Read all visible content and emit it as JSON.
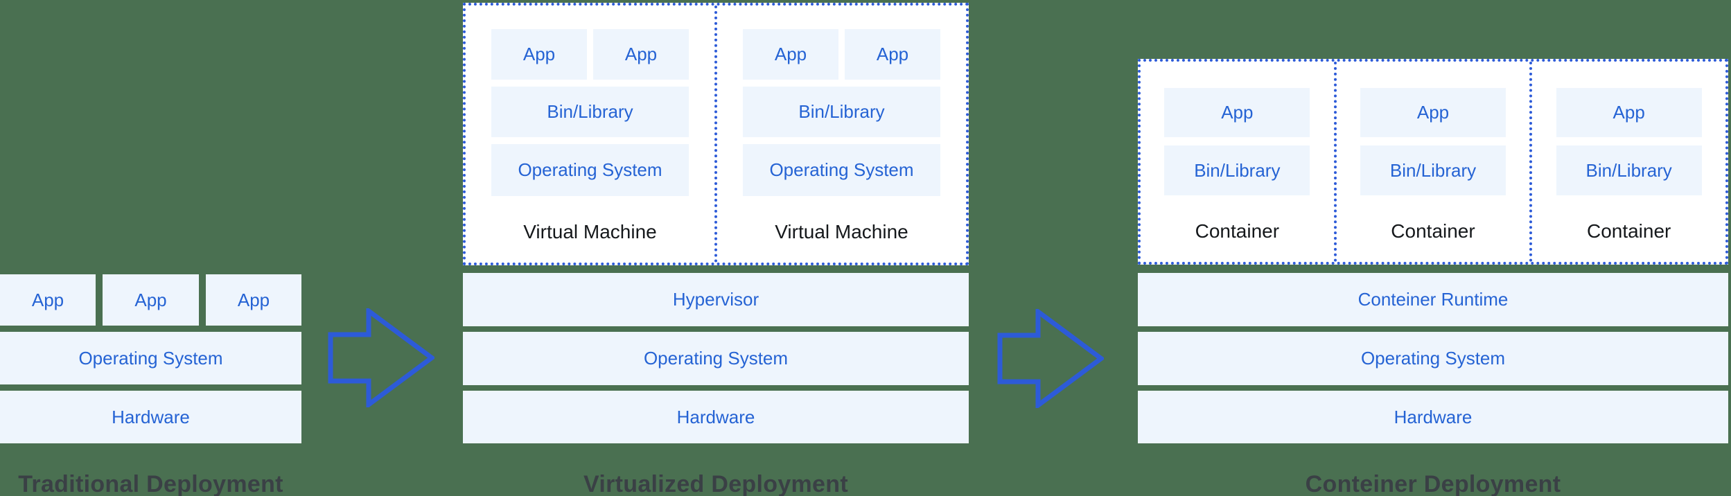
{
  "diagram": {
    "background_color": "#4a7051",
    "box_fill_color": "#eef5fd",
    "box_text_color": "#2563d4",
    "outline_color": "#2d5bd8",
    "title_color": "#3a4045",
    "label_color": "#15181b",
    "arrows": [
      "right-arrow",
      "right-arrow"
    ]
  },
  "sections": [
    {
      "title": "Traditional Deployment",
      "apps": [
        "App",
        "App",
        "App"
      ],
      "bars": [
        "Operating System",
        "Hardware"
      ]
    },
    {
      "title": "Virtualized Deployment",
      "vms": [
        {
          "label": "Virtual Machine",
          "apps": [
            "App",
            "App"
          ],
          "bin": "Bin/Library",
          "os": "Operating System"
        },
        {
          "label": "Virtual Machine",
          "apps": [
            "App",
            "App"
          ],
          "bin": "Bin/Library",
          "os": "Operating System"
        }
      ],
      "bars": [
        "Hypervisor",
        "Operating System",
        "Hardware"
      ]
    },
    {
      "title": "Conteiner Deployment",
      "containers": [
        {
          "label": "Container",
          "app": "App",
          "bin": "Bin/Library"
        },
        {
          "label": "Container",
          "app": "App",
          "bin": "Bin/Library"
        },
        {
          "label": "Container",
          "app": "App",
          "bin": "Bin/Library"
        }
      ],
      "bars": [
        "Conteiner Runtime",
        "Operating System",
        "Hardware"
      ]
    }
  ]
}
